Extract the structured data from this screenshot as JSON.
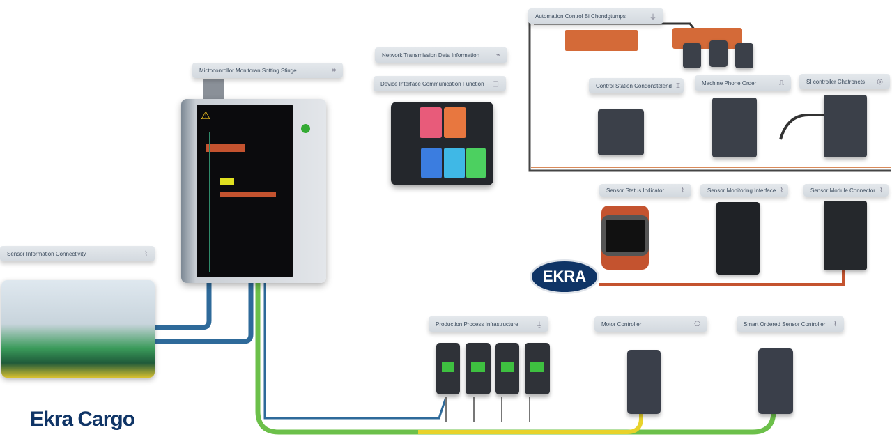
{
  "brand": {
    "name": "Ekra Cargo",
    "logo_text": "EKRA",
    "color": "#0f3466",
    "accent": "#c4532f"
  },
  "labels": {
    "controller": "Mictoconrollor Monitoran Sotting Stiuge",
    "network": "Network Transmission Data Information",
    "interface": "Device Interface Communication Function",
    "automation": "Automation Control Bi Chondgtumps",
    "control_station": "Control Station Condonstelend",
    "machine": "Machine Phone Order",
    "si_controller": "SI controller Chatronets",
    "sensor_status_1": "Sensor Status Indicator",
    "sensor_status_2": "Sensor Monitoring Interface",
    "sensor_status_3": "Sensor Module Connector",
    "sensor_info": "Sensor Information Connectivity",
    "production": "Production Process Infrastructure",
    "motor": "Motor Controller",
    "smart_sensor": "Smart Ordered Sensor Controller"
  },
  "colors": {
    "cable_blue": "#2e6a9a",
    "cable_green": "#6cc04a",
    "cable_yellow": "#e8d22a",
    "orange": "#d46a38"
  }
}
